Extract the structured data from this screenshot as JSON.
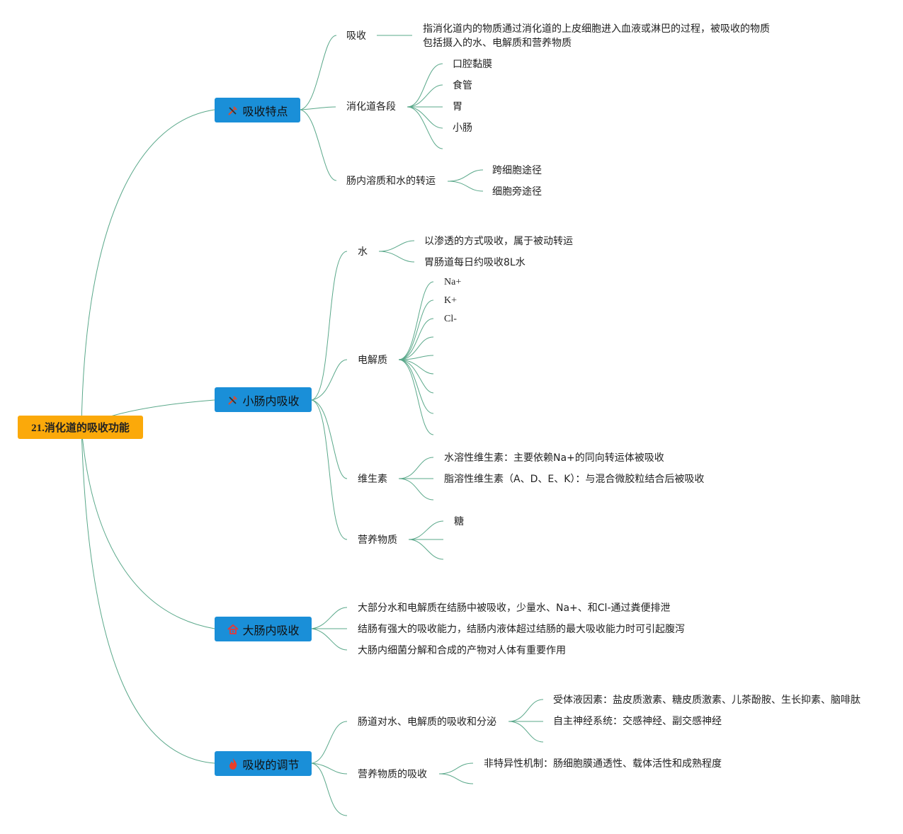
{
  "root": "21.消化道的吸收功能",
  "topics": {
    "t1": {
      "label": "吸收特点",
      "icon": "tools-icon"
    },
    "t2": {
      "label": "小肠内吸收",
      "icon": "tools-icon"
    },
    "t3": {
      "label": "大肠内吸收",
      "icon": "home-icon"
    },
    "t4": {
      "label": "吸收的调节",
      "icon": "flame-icon"
    }
  },
  "t1": {
    "absorb": "吸收",
    "absorb_def": "指消化道内的物质通过消化道的上皮细胞进入血液或淋巴的过程，被吸收的物质包括摄入的水、电解质和营养物质",
    "segments": "消化道各段",
    "segment_items": [
      "口腔黏膜",
      "食管",
      "胃",
      "小肠"
    ],
    "transport": "肠内溶质和水的转运",
    "transport_items": [
      "跨细胞途径",
      "细胞旁途径"
    ]
  },
  "t2": {
    "water": "水",
    "water_items": [
      "以渗透的方式吸收，属于被动转运",
      "胃肠道每日约吸收8L水"
    ],
    "electrolyte": "电解质",
    "electrolyte_items": [
      "Na+",
      "K+",
      "Cl-"
    ],
    "vitamin": "维生素",
    "vitamin_items": [
      "水溶性维生素：主要依赖Na+的同向转运体被吸收",
      "脂溶性维生素（A、D、E、K）：与混合微胶粒结合后被吸收"
    ],
    "nutrient": "营养物质",
    "nutrient_items": [
      "糖"
    ]
  },
  "t3": {
    "items": [
      "大部分水和电解质在结肠中被吸收，少量水、Na+、和Cl-通过粪便排泄",
      "结肠有强大的吸收能力，结肠内液体超过结肠的最大吸收能力时可引起腹泻",
      "大肠内细菌分解和合成的产物对人体有重要作用"
    ]
  },
  "t4": {
    "water_reg": "肠道对水、电解质的吸收和分泌",
    "water_reg_items": [
      "受体液因素：盐皮质激素、糖皮质激素、儿茶酚胺、生长抑素、脑啡肽",
      "自主神经系统：交感神经、副交感神经"
    ],
    "nutrient_reg": "营养物质的吸收",
    "nutrient_reg_items": [
      "非特异性机制：肠细胞膜通透性、载体活性和成熟程度"
    ]
  },
  "colors": {
    "root": "#fba90a",
    "topic": "#1a8fd8",
    "line": "#5aa88a"
  }
}
